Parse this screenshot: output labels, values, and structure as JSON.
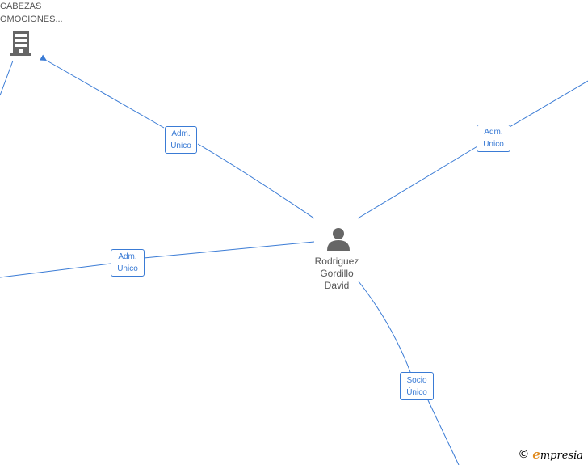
{
  "colors": {
    "accent": "#3a7bd5",
    "text": "#555555",
    "icon": "#666666",
    "brand_orange": "#e08a1e"
  },
  "center_node": {
    "icon": "person-icon",
    "name_lines": [
      "Rodriguez",
      "Gordillo",
      "David"
    ]
  },
  "company_node": {
    "icon": "building-icon",
    "name_lines": [
      "CABEZAS",
      "OMOCIONES..."
    ]
  },
  "edges": [
    {
      "label_lines": [
        "Adm.",
        "Unico"
      ]
    },
    {
      "label_lines": [
        "Adm.",
        "Unico"
      ]
    },
    {
      "label_lines": [
        "Adm.",
        "Unico"
      ]
    },
    {
      "label_lines": [
        "Socio",
        "Único"
      ]
    }
  ],
  "brand": {
    "copyright": "©",
    "initial": "e",
    "rest": "mpresia"
  }
}
